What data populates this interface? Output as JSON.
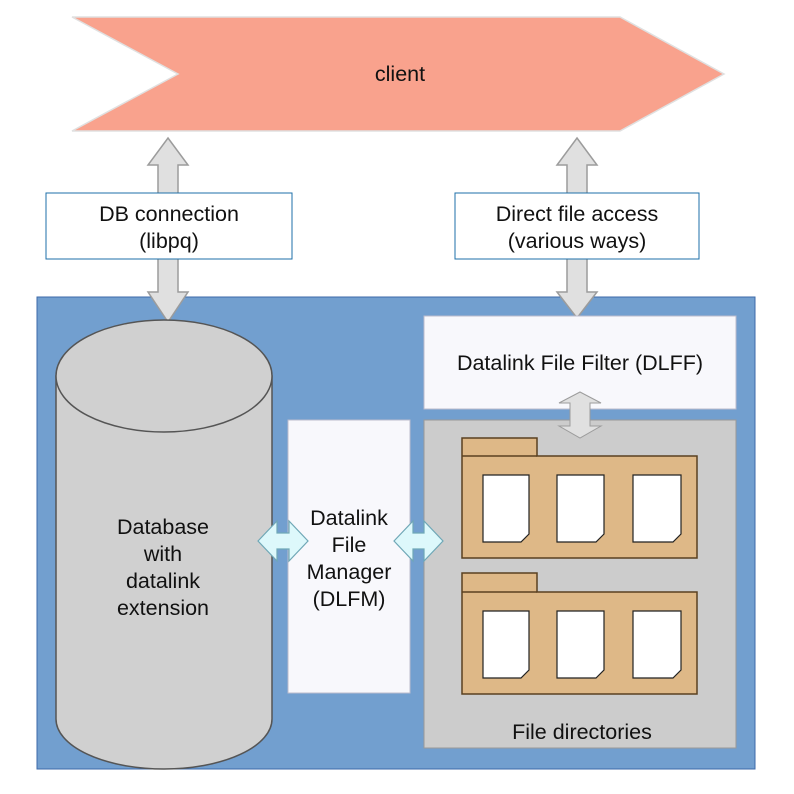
{
  "client": {
    "label": "client"
  },
  "db_connection": {
    "line1": "DB connection",
    "line2": "(libpq)"
  },
  "direct_access": {
    "line1": "Direct file access",
    "line2": "(various ways)"
  },
  "dlff": {
    "label": "Datalink File Filter (DLFF)"
  },
  "database": {
    "line1": "Database",
    "line2": "with",
    "line3": "datalink",
    "line4": "extension"
  },
  "dlfm": {
    "line1": "Datalink",
    "line2": "File",
    "line3": "Manager",
    "line4": "(DLFM)"
  },
  "file_directories": {
    "label": "File directories"
  },
  "colors": {
    "client_fill": "#f9a28d",
    "server_fill": "#729fcf",
    "cylinder_fill": "#d0d0d0",
    "folder_fill": "#deb887",
    "arrow_gray": "#e0e0e0",
    "arrow_cyan": "#ddf8fb"
  }
}
